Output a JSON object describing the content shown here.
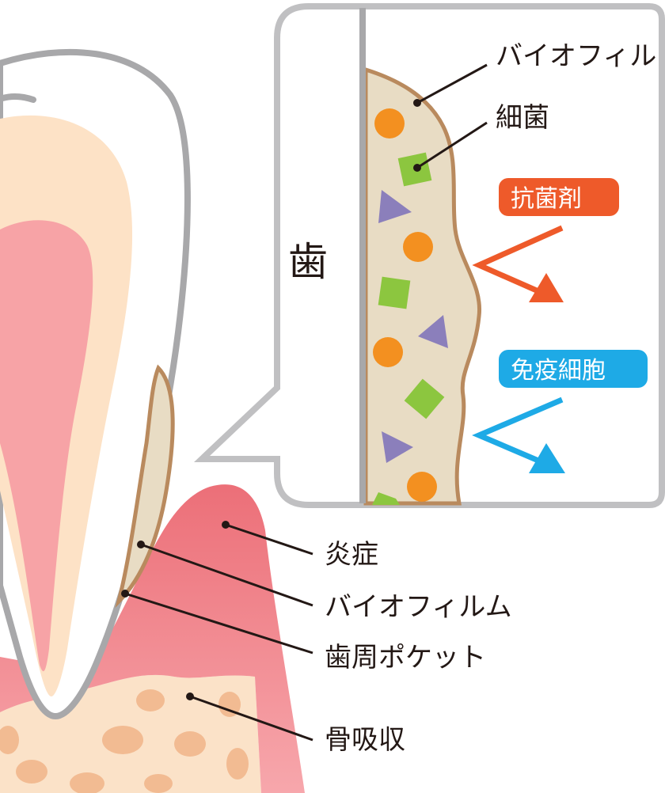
{
  "callout": {
    "tooth_label": "歯",
    "biofilm_label": "バイオフィル",
    "bacteria_label": "細菌",
    "antibacterial_label": "抗菌剤",
    "immune_label": "免疫細胞"
  },
  "labels": {
    "inflammation": "炎症",
    "biofilm": "バイオフィルム",
    "periodontal_pocket": "歯周ポケット",
    "bone_resorption": "骨吸収"
  },
  "colors": {
    "antibacterial": "#ee5a2a",
    "immune": "#1eaae6",
    "bacteria_circle": "#f39020",
    "bacteria_square": "#8cc63f",
    "bacteria_triangle": "#8b7fbb",
    "biofilm_fill": "#e8dcc4",
    "biofilm_edge": "#b98a5e",
    "outline": "#a8a8aa"
  }
}
